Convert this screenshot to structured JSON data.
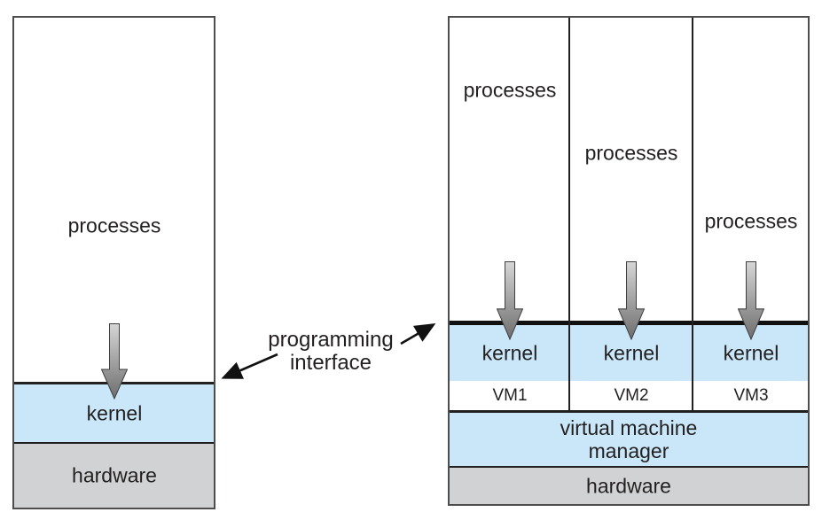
{
  "diagram": {
    "title_hint": "system models: nonvirtual machine vs virtual machine",
    "left_box": {
      "processes_label": "processes",
      "kernel_label": "kernel",
      "hardware_label": "hardware"
    },
    "annotation": {
      "line1": "programming",
      "line2": "interface"
    },
    "right_box": {
      "columns": [
        {
          "processes_label": "processes",
          "kernel_label": "kernel",
          "vm_label": "VM1"
        },
        {
          "processes_label": "processes",
          "kernel_label": "kernel",
          "vm_label": "VM2"
        },
        {
          "processes_label": "processes",
          "kernel_label": "kernel",
          "vm_label": "VM3"
        }
      ],
      "vmm_line1": "virtual machine",
      "vmm_line2": "manager",
      "hardware_label": "hardware"
    },
    "colors": {
      "kernel_fill": "#c9e7f8",
      "vmm_fill": "#c9e7f8",
      "hardware_fill": "#d1d2d4",
      "line": "#231f20",
      "thick_interface_line": "#111111",
      "arrow_gradient_top": "#d2d2d2",
      "arrow_gradient_bottom": "#6e6e6e"
    }
  }
}
